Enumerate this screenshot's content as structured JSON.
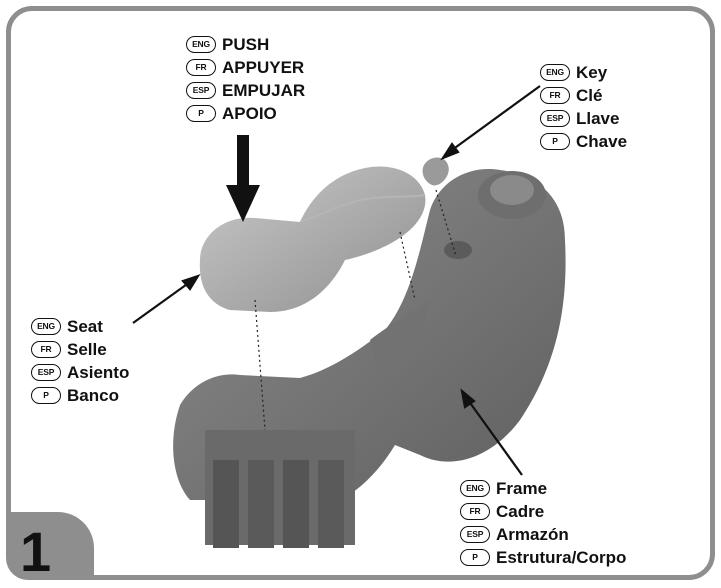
{
  "step": {
    "number": "1"
  },
  "labels": {
    "push": [
      {
        "lang": "ENG",
        "text": "PUSH"
      },
      {
        "lang": "FR",
        "text": "APPUYER"
      },
      {
        "lang": "ESP",
        "text": "EMPUJAR"
      },
      {
        "lang": "P",
        "text": "APOIO"
      }
    ],
    "key": [
      {
        "lang": "ENG",
        "text": "Key"
      },
      {
        "lang": "FR",
        "text": "Clé"
      },
      {
        "lang": "ESP",
        "text": "Llave"
      },
      {
        "lang": "P",
        "text": "Chave"
      }
    ],
    "seat": [
      {
        "lang": "ENG",
        "text": "Seat"
      },
      {
        "lang": "FR",
        "text": "Selle"
      },
      {
        "lang": "ESP",
        "text": "Asiento"
      },
      {
        "lang": "P",
        "text": "Banco"
      }
    ],
    "frame": [
      {
        "lang": "ENG",
        "text": "Frame"
      },
      {
        "lang": "FR",
        "text": "Cadre"
      },
      {
        "lang": "ESP",
        "text": "Armazón"
      },
      {
        "lang": "P",
        "text": "Estrutura/Corpo"
      }
    ]
  },
  "colors": {
    "border": "#8e8e8e",
    "part_dark": "#7b7b7b",
    "part_light": "#a6a6a6",
    "text": "#111111"
  }
}
